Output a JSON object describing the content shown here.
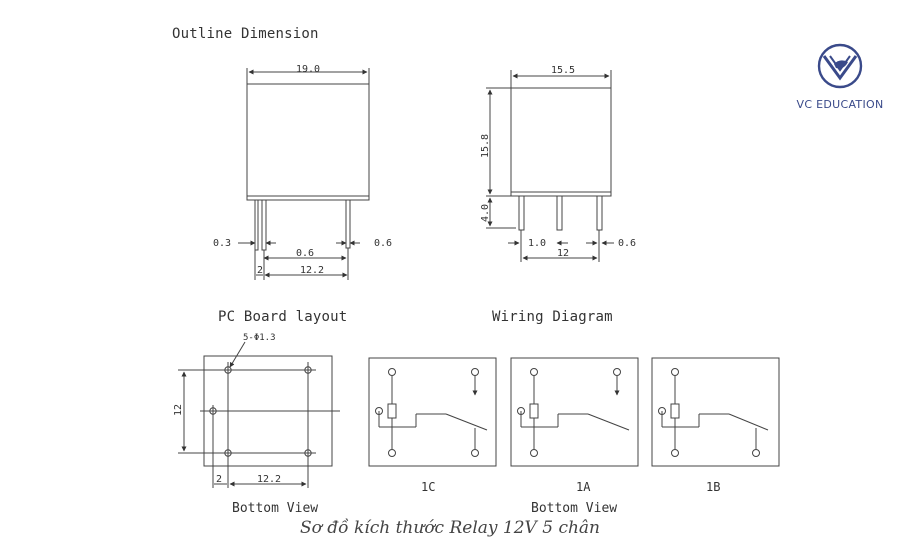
{
  "headings": {
    "outline": "Outline Dimension",
    "pcb": "PC Board layout",
    "wiring": "Wiring Diagram",
    "bottom_view_1": "Bottom View",
    "bottom_view_2": "Bottom View"
  },
  "front_view": {
    "width": "19.0",
    "pin_width_left": "0.3",
    "pin_width_right": "0.6",
    "inner_pin": "0.6",
    "offset": "2",
    "spacing": "12.2"
  },
  "side_view": {
    "width": "15.5",
    "height": "15.8",
    "pin_length": "4.0",
    "offset": "1.0",
    "pin_width": "0.6",
    "spacing": "12"
  },
  "pcb": {
    "hole_label": "5-Φ1.3",
    "height": "12",
    "offset": "2",
    "spacing": "12.2"
  },
  "wiring": {
    "labels": [
      "1C",
      "1A",
      "1B"
    ]
  },
  "logo": {
    "text": "VC EDUCATION",
    "color": "#3a4a8a"
  },
  "caption": "Sơ đồ kích thước Relay 12V 5 chân"
}
